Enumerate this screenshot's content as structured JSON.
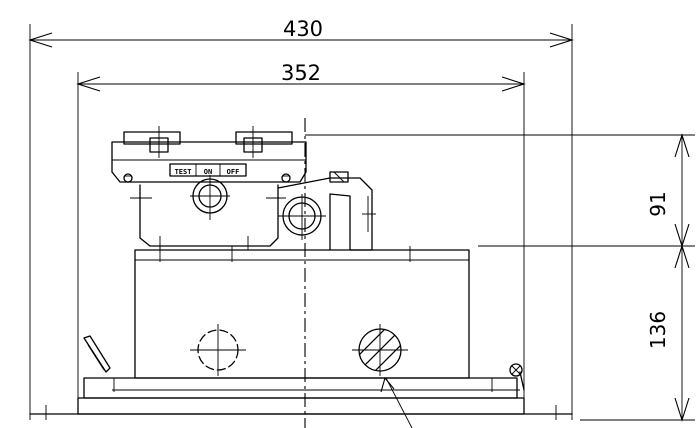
{
  "dimensions": {
    "overall_width": "430",
    "frame_width": "352",
    "upper_height": "91",
    "lower_height": "136"
  },
  "switch_labels": {
    "test": "TEST",
    "on": "ON",
    "off": "OFF"
  }
}
